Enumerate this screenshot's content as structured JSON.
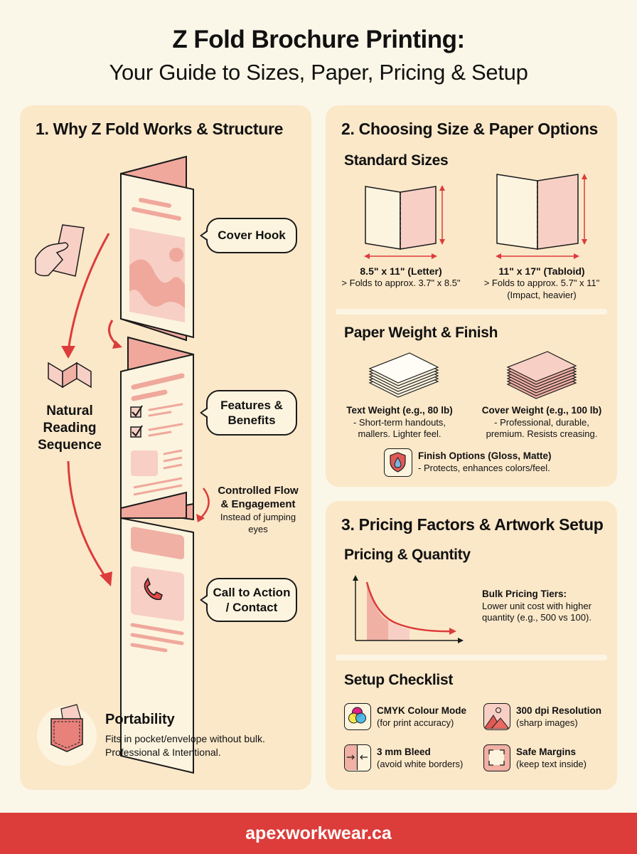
{
  "header": {
    "title": "Z Fold Brochure Printing:",
    "subtitle": "Your Guide to Sizes, Paper, Pricing & Setup"
  },
  "section1": {
    "title": "1. Why Z Fold Works & Structure",
    "bubbles": {
      "cover": "Cover Hook",
      "features_line1": "Features &",
      "features_line2": "Benefits",
      "cta_line1": "Call to Action",
      "cta_line2": "/ Contact"
    },
    "reading": {
      "line1": "Natural",
      "line2": "Reading",
      "line3": "Sequence"
    },
    "flow": {
      "title_line1": "Controlled Flow",
      "title_line2": "& Engagement",
      "desc_line1": "Instead of jumping",
      "desc_line2": "eyes"
    },
    "portability": {
      "title": "Portability",
      "line1": "Fits in pocket/envelope without bulk.",
      "line2": "Professional & Intentional."
    }
  },
  "section2": {
    "title": "2. Choosing Size & Paper Options",
    "sizes_title": "Standard Sizes",
    "sizes": [
      {
        "name": "8.5\" x 11\" (Letter)",
        "desc": "> Folds to approx. 3.7\" x 8.5\"",
        "note": ""
      },
      {
        "name": "11\" x 17\" (Tabloid)",
        "desc": "> Folds to approx. 5.7\" x 11\"",
        "note": "(Impact, heavier)"
      }
    ],
    "paper_title": "Paper Weight & Finish",
    "weights": [
      {
        "name": "Text Weight (e.g., 80 lb)",
        "line1": "- Short-term handouts,",
        "line2": "mallers. Lighter feel."
      },
      {
        "name": "Cover Weight (e.g., 100 lb)",
        "line1": "- Professional, durable,",
        "line2": "premium. Resists creasing."
      }
    ],
    "finish": {
      "title": "Finish Options (Gloss, Matte)",
      "desc": "- Protects, enhances colors/feel."
    }
  },
  "section3": {
    "title": "3. Pricing Factors & Artwork Setup",
    "pricing_title": "Pricing & Quantity",
    "bulk": {
      "title": "Bulk Pricing Tiers:",
      "line1": "Lower unit cost with higher",
      "line2": "quantity (e.g., 500 vs 100)."
    },
    "checklist_title": "Setup Checklist",
    "checklist": [
      {
        "title": "CMYK Colour Mode",
        "desc": "(for print accuracy)",
        "icon": "cmyk-icon"
      },
      {
        "title": "300 dpi Resolution",
        "desc": "(sharp images)",
        "icon": "image-icon"
      },
      {
        "title": "3 mm Bleed",
        "desc": "(avoid white borders)",
        "icon": "bleed-icon"
      },
      {
        "title": "Safe Margins",
        "desc": "(keep text inside)",
        "icon": "margins-icon"
      }
    ]
  },
  "footer": {
    "url": "apexworkwear.ca"
  },
  "colors": {
    "background": "#fbf7e8",
    "panel": "#fbe8c9",
    "accent_red": "#dc3c3a",
    "pink": "#f0a89c",
    "paper": "#fcf4df"
  }
}
